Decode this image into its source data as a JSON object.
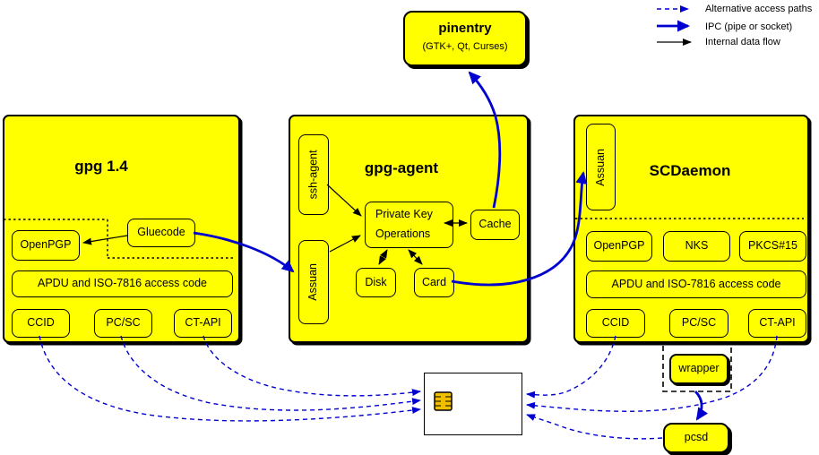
{
  "legend": {
    "items": [
      {
        "label": "Alternative access paths"
      },
      {
        "label": "IPC (pipe or socket)"
      },
      {
        "label": "Internal data flow"
      }
    ]
  },
  "pinentry": {
    "title": "pinentry",
    "subtitle": "(GTK+, Qt, Curses)"
  },
  "gpg14": {
    "title": "gpg 1.4",
    "openpgp": "OpenPGP",
    "gluecode": "Gluecode",
    "apdu": "APDU and ISO-7816 access code",
    "ccid": "CCID",
    "pcsc": "PC/SC",
    "ctapi": "CT-API"
  },
  "gpgagent": {
    "title": "gpg-agent",
    "ssh_agent": "ssh-agent",
    "assuan": "Assuan",
    "pko_line1": "Private Key",
    "pko_line2": "Operations",
    "cache": "Cache",
    "disk": "Disk",
    "card": "Card"
  },
  "scdaemon": {
    "title": "SCDaemon",
    "assuan": "Assuan",
    "openpgp": "OpenPGP",
    "nks": "NKS",
    "pkcs15": "PKCS#15",
    "apdu": "APDU and ISO-7816 access code",
    "ccid": "CCID",
    "pcsc": "PC/SC",
    "ctapi": "CT-API",
    "wrapper": "wrapper"
  },
  "pcsd": {
    "label": "pcsd"
  },
  "colors": {
    "yellow": "#ffff00",
    "blue": "#0000d0",
    "black": "#000000",
    "chip_gold": "#efc000"
  }
}
